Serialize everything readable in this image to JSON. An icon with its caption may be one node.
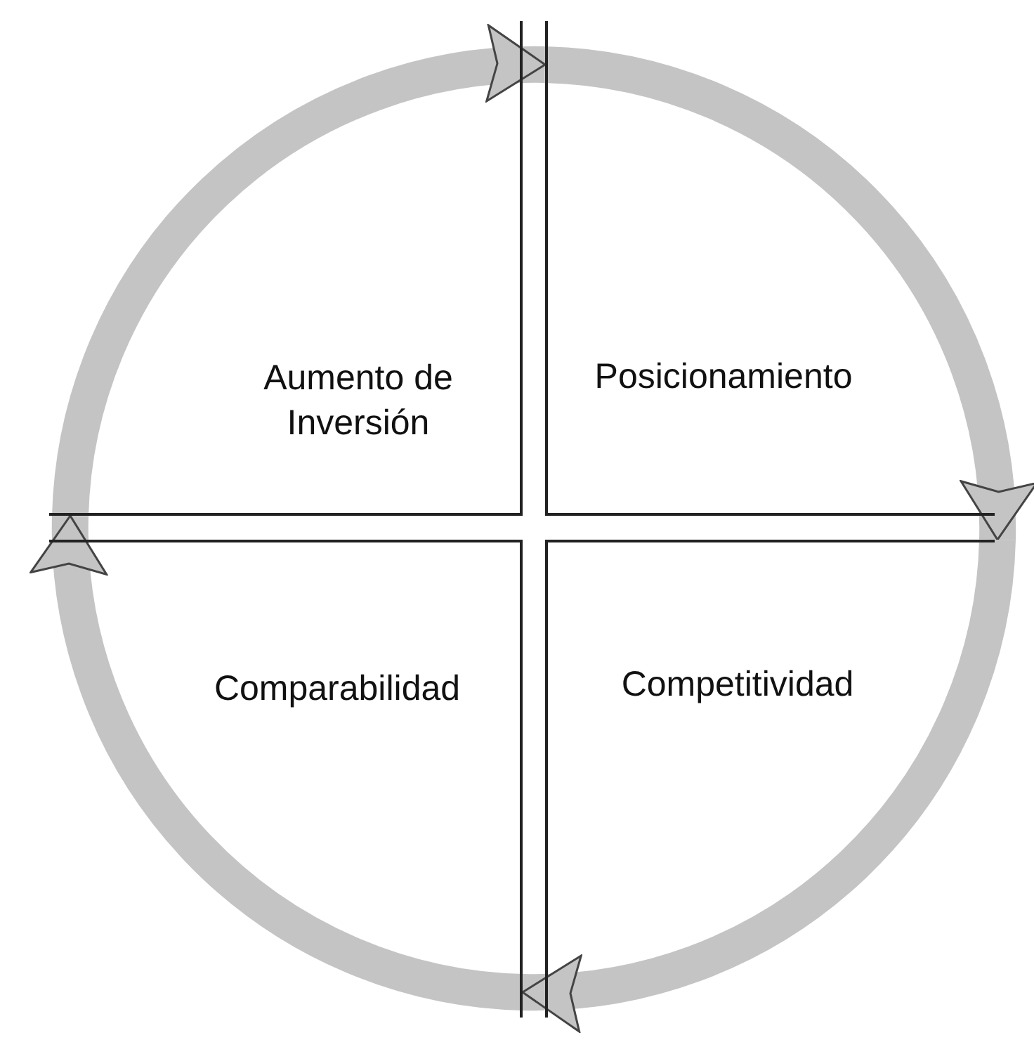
{
  "diagram": {
    "nodes": [
      {
        "text": [
          "Aumento de Inversión"
        ]
      },
      {
        "text": [
          "Posicionamiento"
        ]
      },
      {
        "text": [
          "Competitividad"
        ]
      },
      {
        "text": [
          "Comparabilidad"
        ]
      }
    ],
    "edges": [
      {
        "from": 0,
        "to": 1,
        "arrow": "to"
      },
      {
        "from": 1,
        "to": 2,
        "arrow": "to"
      },
      {
        "from": 2,
        "to": 3,
        "arrow": "to"
      },
      {
        "from": 3,
        "to": 0,
        "arrow": "to"
      }
    ]
  }
}
